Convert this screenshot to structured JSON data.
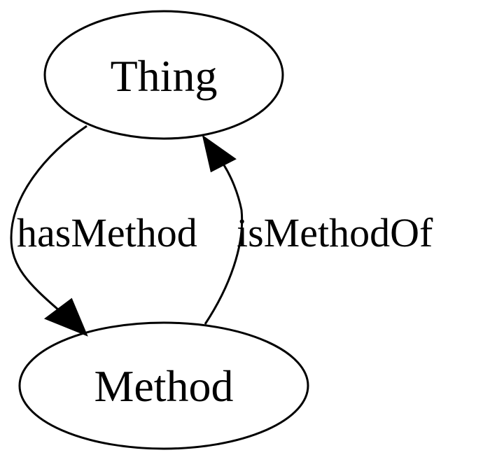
{
  "diagram": {
    "type": "directed-graph",
    "nodes": [
      {
        "id": "thing",
        "label": "Thing"
      },
      {
        "id": "method",
        "label": "Method"
      }
    ],
    "edges": [
      {
        "from": "thing",
        "to": "method",
        "label": "hasMethod"
      },
      {
        "from": "method",
        "to": "thing",
        "label": "isMethodOf"
      }
    ]
  },
  "colors": {
    "stroke": "#000000",
    "background": "#ffffff"
  }
}
